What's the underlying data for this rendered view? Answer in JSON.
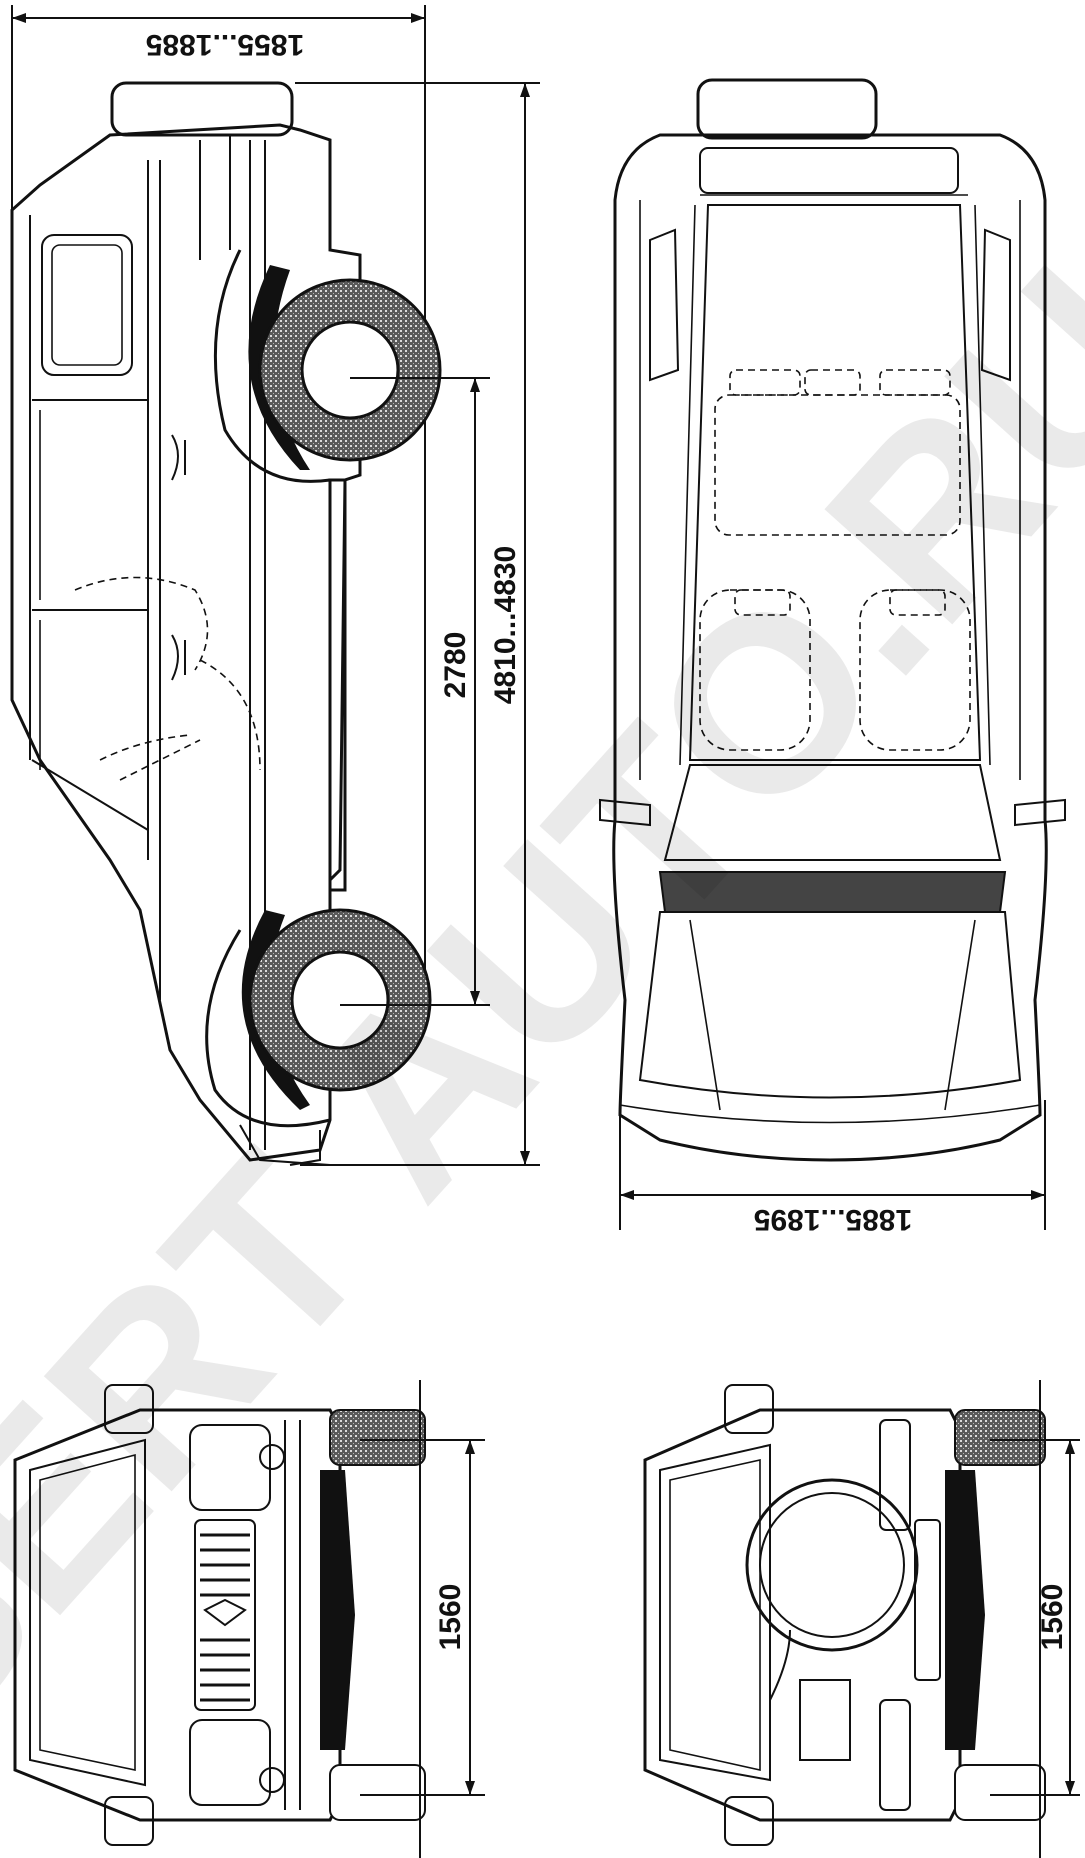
{
  "dimensions": {
    "side_width": "1855...1885",
    "top_width": "1885...1895",
    "wheelbase": "2780",
    "length": "4810...4830",
    "front_track": "1560",
    "rear_track": "1560"
  },
  "watermark": "SERT AUTO.RU",
  "colors": {
    "line": "#111111",
    "tire": "#444444",
    "background": "#ffffff"
  }
}
